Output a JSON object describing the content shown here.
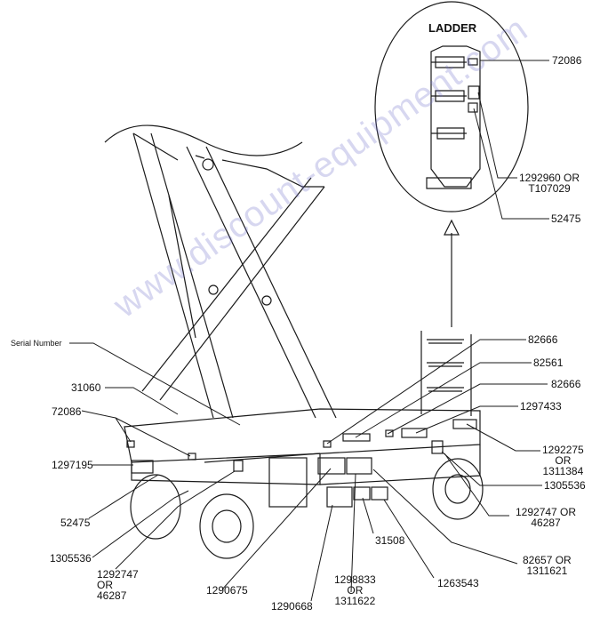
{
  "ladder_title": "LADDER",
  "watermark": "www.discount-equipment.com",
  "labels": {
    "serial_number": "Serial Number",
    "l31060": "31060",
    "l72086_left": "72086",
    "l1297195": "1297195",
    "l52475_left": "52475",
    "l1305536_left": "1305536",
    "l1292747_left": "1292747\nOR\n46287",
    "l1290675": "1290675",
    "l1290668": "1290668",
    "l1298833": "1298833\nOR\n1311622",
    "l31508": "31508",
    "l1263543": "1263543",
    "l82657": "82657 OR\n1311621",
    "l1292747_right": "1292747 OR\n46287",
    "l1305536_right": "1305536",
    "l1292275": "1292275\nOR\n1311384",
    "l1297433": "1297433",
    "l82666_a": "82666",
    "l82561": "82561",
    "l82666_b": "82666",
    "l72086_ladder": "72086",
    "l1292960": "1292960 OR\nT107029",
    "l52475_ladder": "52475"
  },
  "colors": {
    "line": "#1a1a1a",
    "watermark": "#6e6ec8"
  }
}
